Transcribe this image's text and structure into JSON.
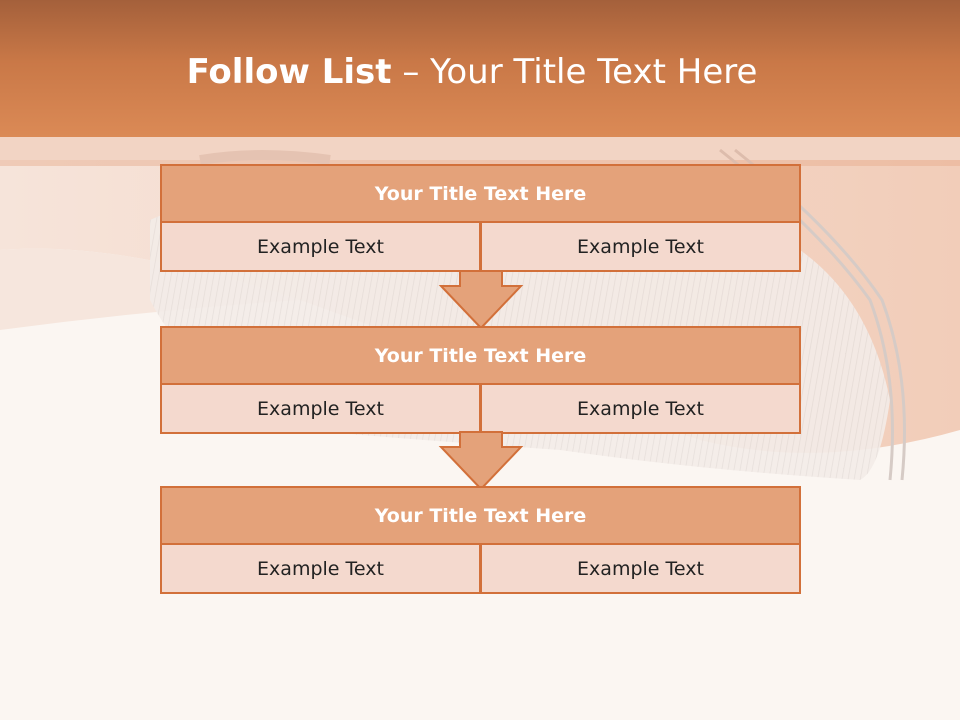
{
  "slide": {
    "title_bold": "Follow List",
    "title_rest": " – Your Title Text Here"
  },
  "blocks": [
    {
      "title": "Your Title Text Here",
      "left": "Example Text",
      "right": "Example Text"
    },
    {
      "title": "Your Title Text Here",
      "left": "Example Text",
      "right": "Example Text"
    },
    {
      "title": "Your Title Text Here",
      "left": "Example Text",
      "right": "Example Text"
    }
  ],
  "colors": {
    "header": "#c97847",
    "block_title_fill": "#e4a27a",
    "cell_fill": "#f4d9ce",
    "border": "#d2703a"
  },
  "icons": {
    "connector": "down-arrow-icon"
  }
}
